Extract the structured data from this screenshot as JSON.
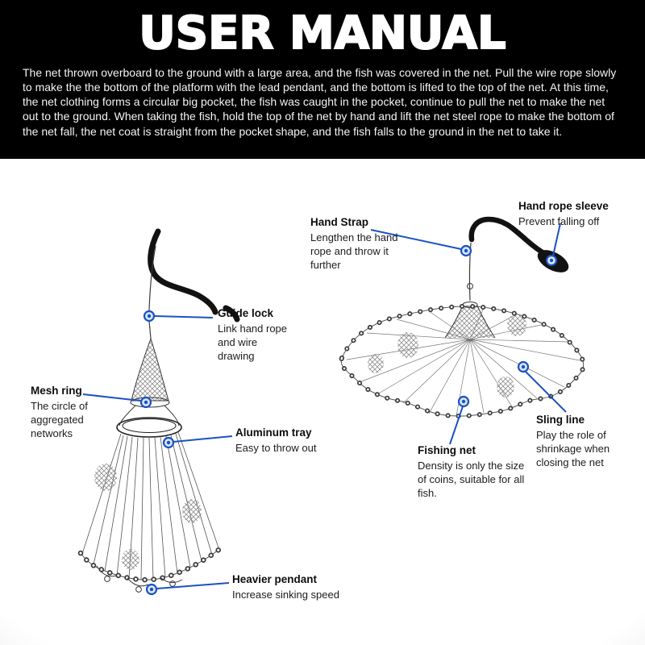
{
  "header": {
    "title": "USER MANUAL"
  },
  "intro": {
    "text": "The net thrown overboard to the ground with a large area, and the fish was covered in the net. Pull the wire rope slowly to make the  the bottom of the platform with the lead pendant, and the bottom is lifted to the top of the net. At this time, the net clothing forms a circular big pocket, the fish was caught in the pocket, continue to pull the net to make the net out to the ground. When taking the fish, hold the top of the net by hand and lift the net steel rope to make the bottom of the net fall, the net coat is straight from the pocket shape, and the fish falls to the ground in the net to take it."
  },
  "callouts": {
    "hand_strap": {
      "title": "Hand Strap",
      "desc": "Lengthen the hand rope and throw it further"
    },
    "hand_rope_sleeve": {
      "title": "Hand rope sleeve",
      "desc": "Prevent falling off"
    },
    "guide_lock": {
      "title": "Guide lock",
      "desc": "Link hand rope and wire drawing"
    },
    "mesh_ring": {
      "title": "Mesh ring",
      "desc": "The circle of aggregated networks"
    },
    "aluminum_tray": {
      "title": "Aluminum tray",
      "desc": "Easy to throw out"
    },
    "sling_line": {
      "title": "Sling line",
      "desc": "Play the role of shrinkage when closing the net"
    },
    "fishing_net": {
      "title": "Fishing net",
      "desc": "Density is only the size of coins, suitable for all fish."
    },
    "heavier_pendant": {
      "title": "Heavier pendant",
      "desc": "Increase sinking speed"
    }
  },
  "colors": {
    "accent_blue": "#1a53c0",
    "header_bg": "#000000",
    "ink": "#333333"
  }
}
